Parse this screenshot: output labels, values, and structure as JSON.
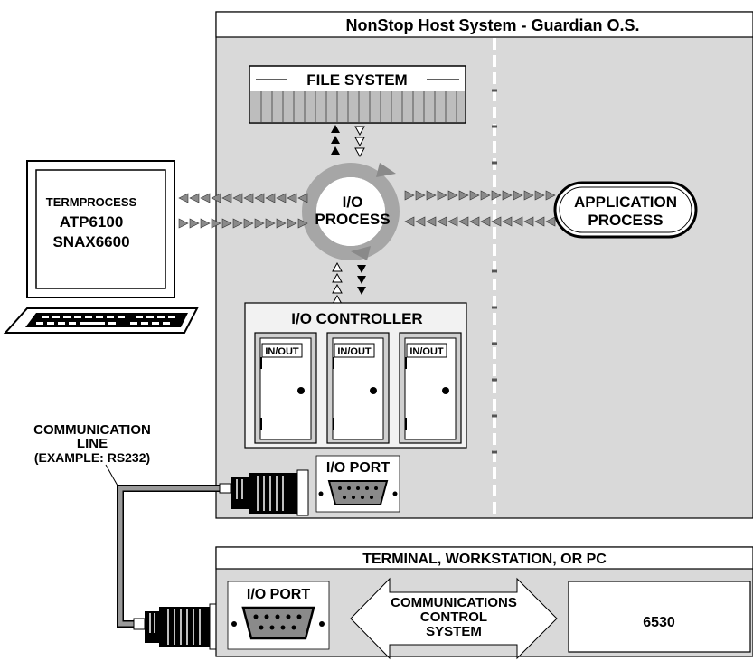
{
  "host": {
    "title": "NonStop Host System - Guardian O.S."
  },
  "file_system": {
    "label": "FILE SYSTEM"
  },
  "io_process": {
    "line1": "I/O",
    "line2": "PROCESS"
  },
  "application": {
    "line1": "APPLICATION",
    "line2": "PROCESS"
  },
  "terminal_screen": {
    "line1": "TERMPROCESS",
    "line2": "ATP6100",
    "line3": "SNAX6600"
  },
  "io_controller": {
    "label": "I/O CONTROLLER",
    "doors": [
      "IN/OUT",
      "IN/OUT",
      "IN/OUT"
    ]
  },
  "host_io_port": {
    "label": "I/O PORT"
  },
  "comm_line": {
    "line1": "COMMUNICATION",
    "line2": "LINE",
    "line3": "(EXAMPLE: RS232)"
  },
  "workstation": {
    "title": "TERMINAL, WORKSTATION, OR PC",
    "io_port_label": "I/O PORT",
    "ccs_line1": "COMMUNICATIONS",
    "ccs_line2": "CONTROL",
    "ccs_line3": "SYSTEM",
    "emulator_label": "6530"
  },
  "colors": {
    "panel": "#d9d9d9",
    "ring": "#a6a6a6",
    "cable": "#9a9a9a",
    "ink": "#000000"
  }
}
